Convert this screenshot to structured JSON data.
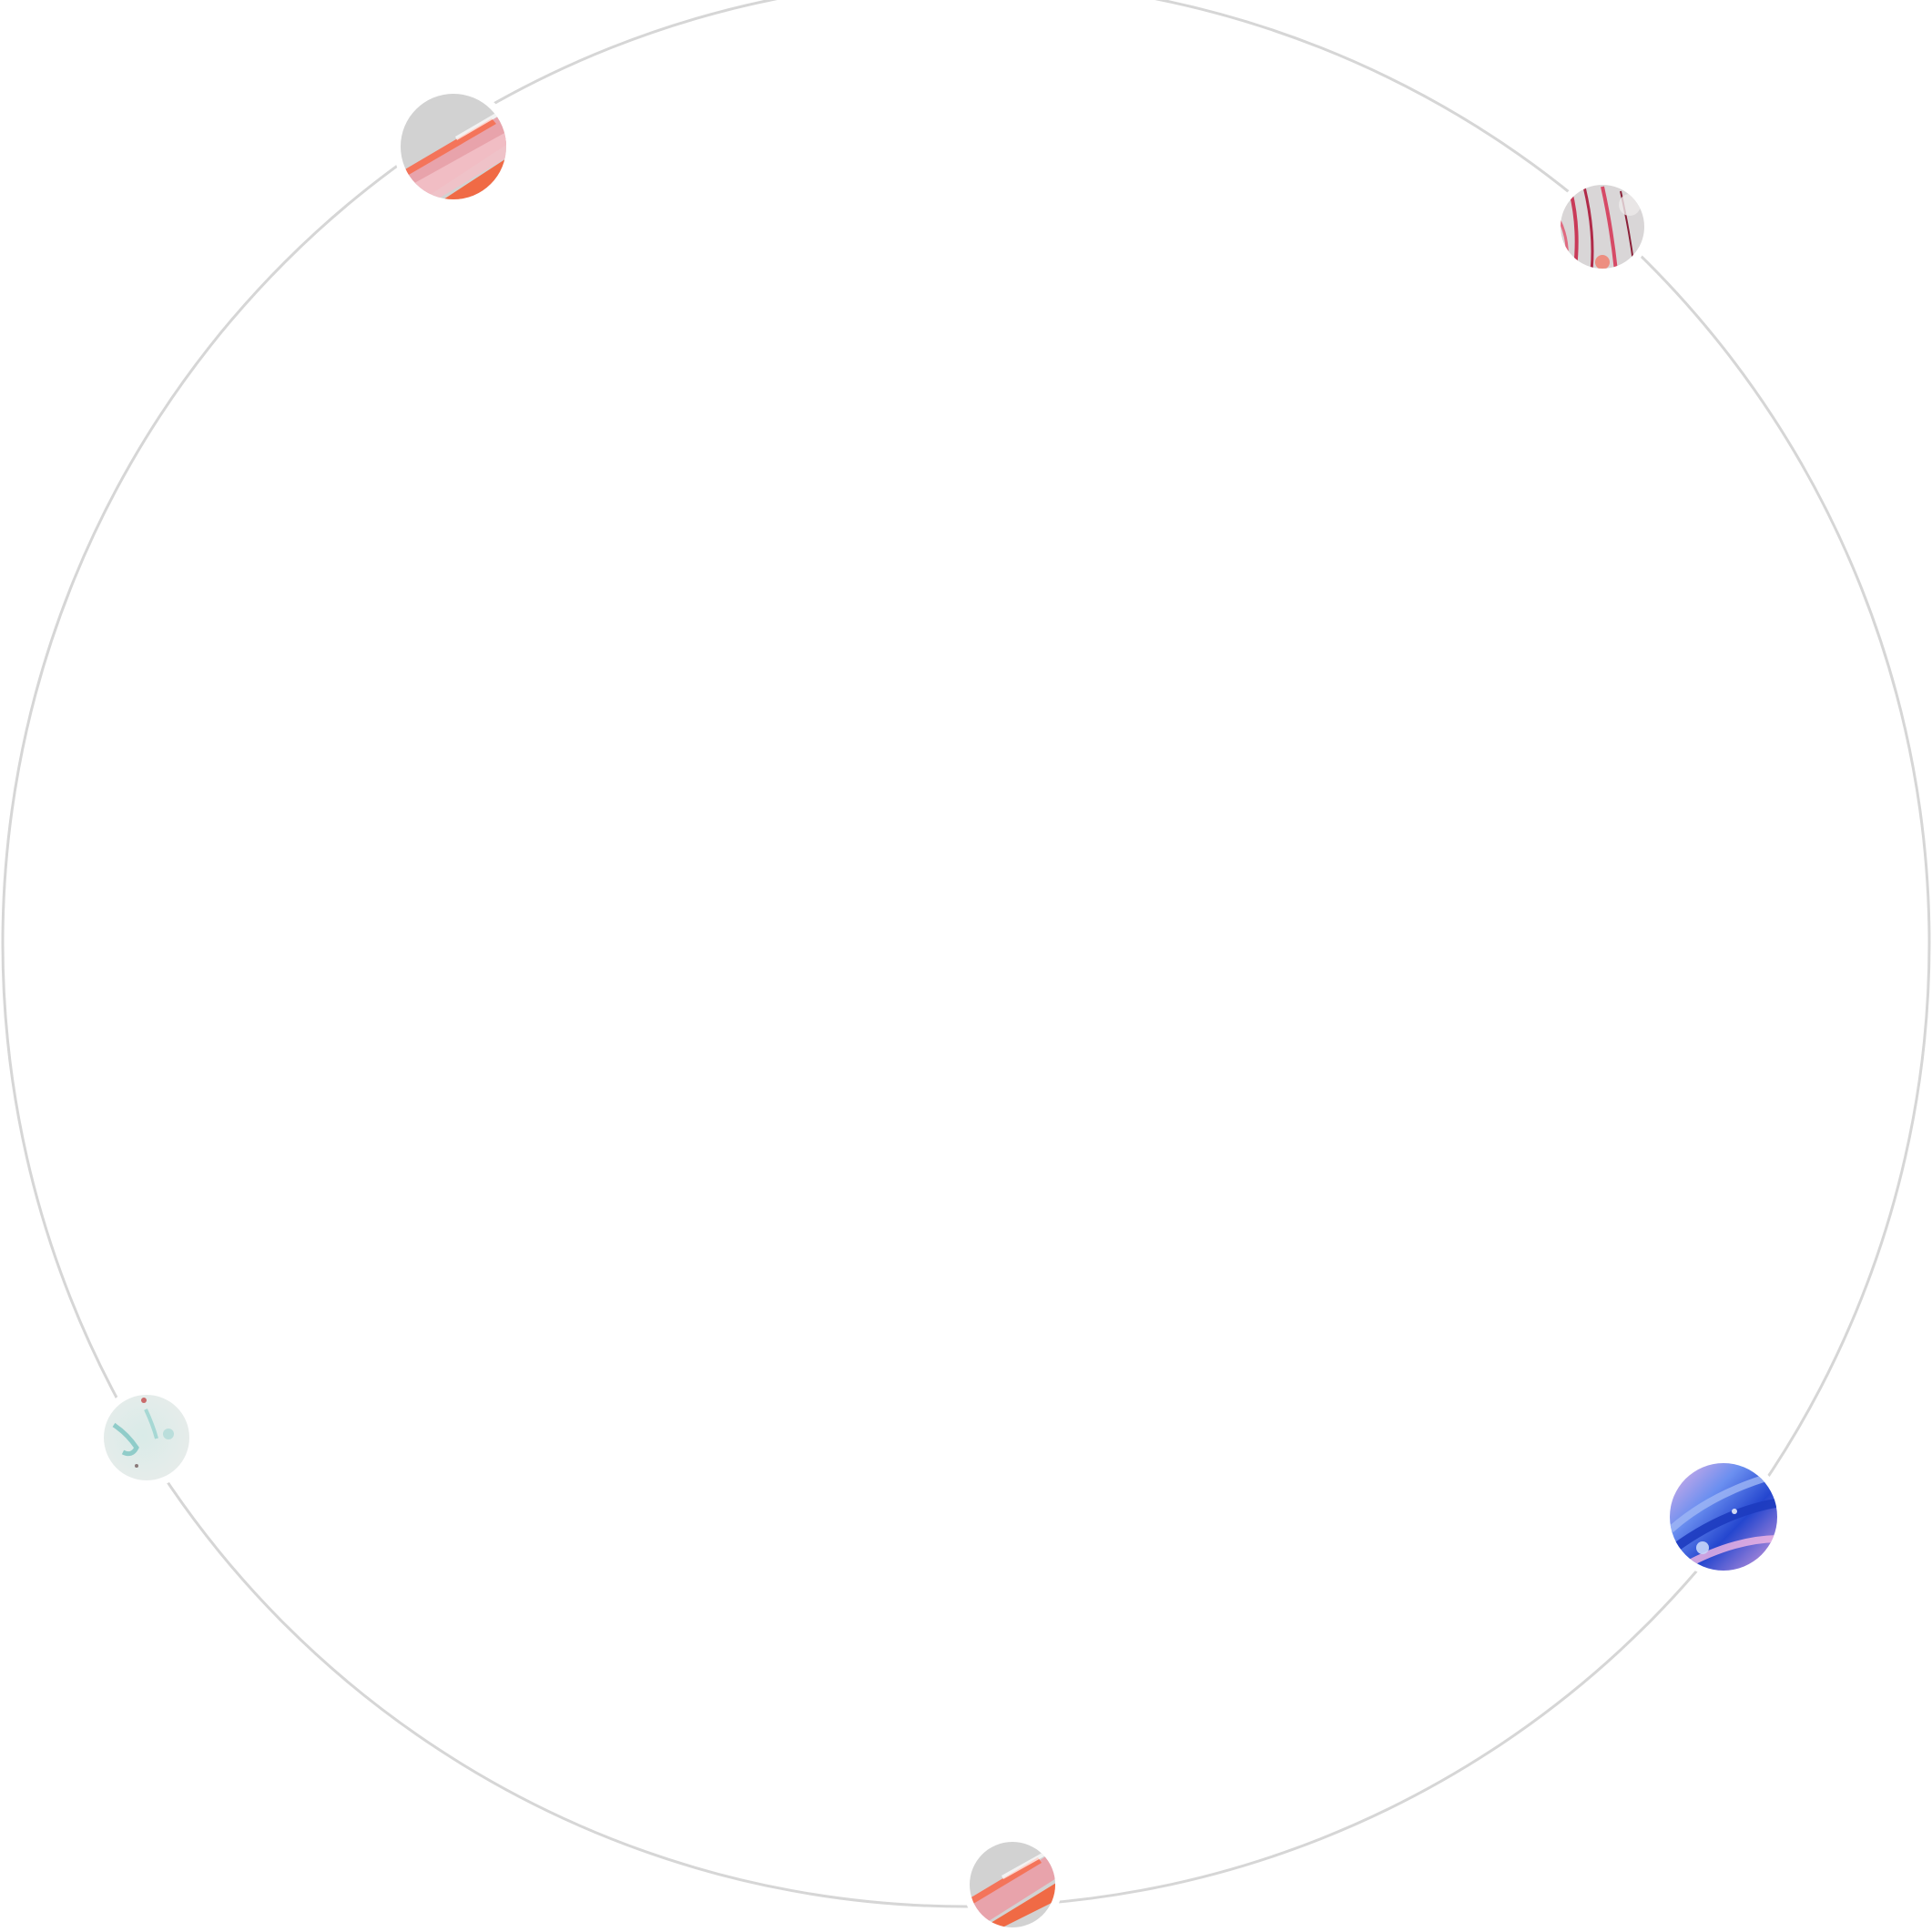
{
  "colors": {
    "background": "#ffffff",
    "orbit_ring": "#d6d6d6",
    "node_outline": "#ffffff"
  },
  "nodes": [
    {
      "id": "node-top-left",
      "icon": "marbled-pink-orange-thumbnail",
      "palette": [
        "#d0d0d0",
        "#e8a2aa",
        "#f06a45"
      ]
    },
    {
      "id": "node-top-right",
      "icon": "marbled-red-streaks-thumbnail",
      "palette": [
        "#d8d5d6",
        "#c93a58",
        "#f17c6a"
      ]
    },
    {
      "id": "node-left",
      "icon": "marbled-teal-thumbnail",
      "palette": [
        "#e7ecea",
        "#7cc4c0",
        "#c96a6a"
      ]
    },
    {
      "id": "node-right",
      "icon": "marbled-blue-pink-thumbnail",
      "palette": [
        "#e8a8dc",
        "#3f6fe0",
        "#1d3bbf"
      ]
    },
    {
      "id": "node-bottom",
      "icon": "marbled-pink-orange-thumbnail",
      "palette": [
        "#d0d0d0",
        "#e8a2aa",
        "#f06a45"
      ]
    }
  ]
}
